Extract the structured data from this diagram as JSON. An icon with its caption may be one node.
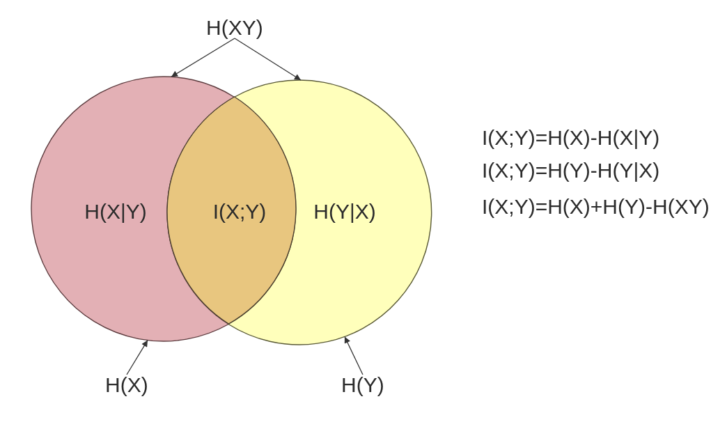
{
  "diagram": {
    "nodes": [
      {
        "text": [
          "H(XY)"
        ]
      },
      {
        "text": [
          "H(X|Y)"
        ]
      },
      {
        "text": [
          "I(X;Y)"
        ]
      },
      {
        "text": [
          "H(Y|X)"
        ]
      },
      {
        "text": [
          "H(X)"
        ]
      },
      {
        "text": [
          "H(Y)"
        ]
      }
    ],
    "edges": [
      {
        "from": 0,
        "to": 1,
        "arrow": "to"
      },
      {
        "from": 0,
        "to": 3,
        "arrow": "to"
      },
      {
        "from": 4,
        "to": 1,
        "arrow": "to"
      },
      {
        "from": 5,
        "to": 3,
        "arrow": "to"
      }
    ],
    "labels": [
      "I(X;Y)=H(X)-H(X|Y)",
      "I(X;Y)=H(Y)-H(Y|X)",
      "I(X;Y)=H(X)+H(Y)-H(XY)"
    ]
  }
}
